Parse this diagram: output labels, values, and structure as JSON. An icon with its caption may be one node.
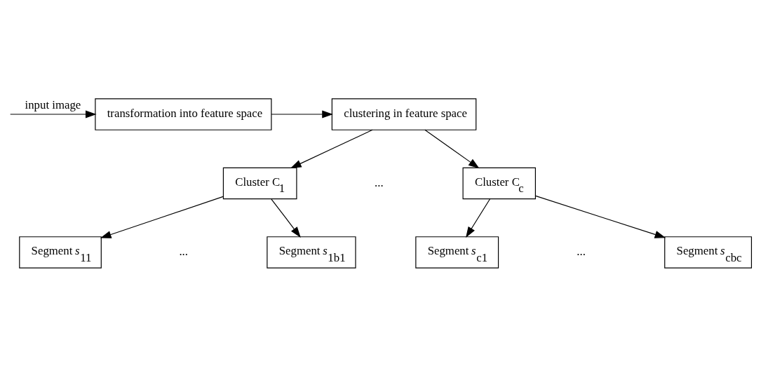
{
  "diagram": {
    "nodes": [
      {
        "text": [
          "transformation into feature space"
        ]
      },
      {
        "text": [
          "clustering in feature space"
        ]
      },
      {
        "text": [
          "Cluster C$_{1}$"
        ]
      },
      {
        "text": [
          "Cluster C$_{c}$"
        ]
      },
      {
        "text": [
          "Segment *s*$_{11}$"
        ]
      },
      {
        "text": [
          "Segment *s*$_{1b1}$"
        ]
      },
      {
        "text": [
          "Segment *s*$_{c1}$"
        ]
      },
      {
        "text": [
          "Segment *s*$_{cbc}$"
        ]
      }
    ],
    "edges": [
      {
        "from": null,
        "to": 0,
        "arrow": "to",
        "label": "input image"
      },
      {
        "from": 0,
        "to": 1,
        "arrow": "to"
      },
      {
        "from": 1,
        "to": 2,
        "arrow": "to"
      },
      {
        "from": 1,
        "to": 3,
        "arrow": "to"
      },
      {
        "from": 2,
        "to": 4,
        "arrow": "to"
      },
      {
        "from": 2,
        "to": 5,
        "arrow": "to"
      },
      {
        "from": 3,
        "to": 6,
        "arrow": "to"
      },
      {
        "from": 3,
        "to": 7,
        "arrow": "to"
      }
    ],
    "labels": [
      "...",
      "...",
      "..."
    ]
  }
}
